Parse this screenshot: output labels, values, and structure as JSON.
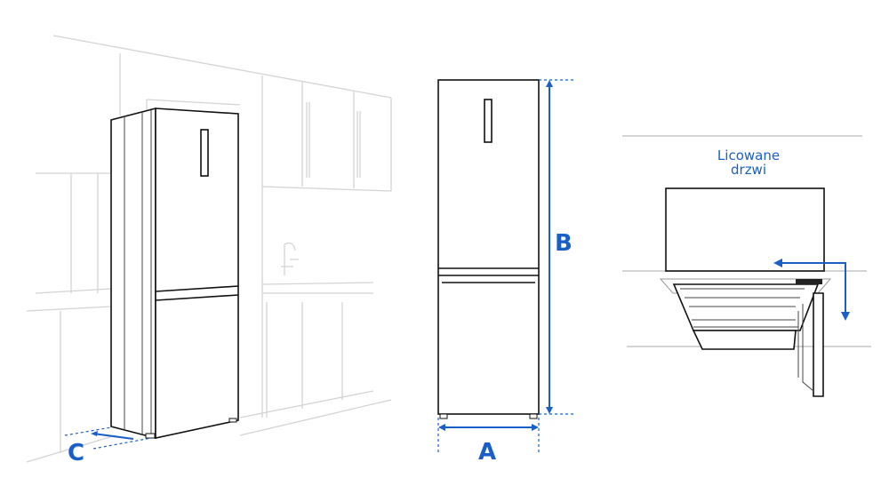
{
  "labels": {
    "width": "A",
    "height": "B",
    "depth": "C"
  },
  "flush_door_caption": {
    "line1": "Licowane",
    "line2": "drzwi"
  },
  "colors": {
    "accent": "#1a5fc8",
    "line": "#111111",
    "background_lines": "#d4d4d4"
  }
}
